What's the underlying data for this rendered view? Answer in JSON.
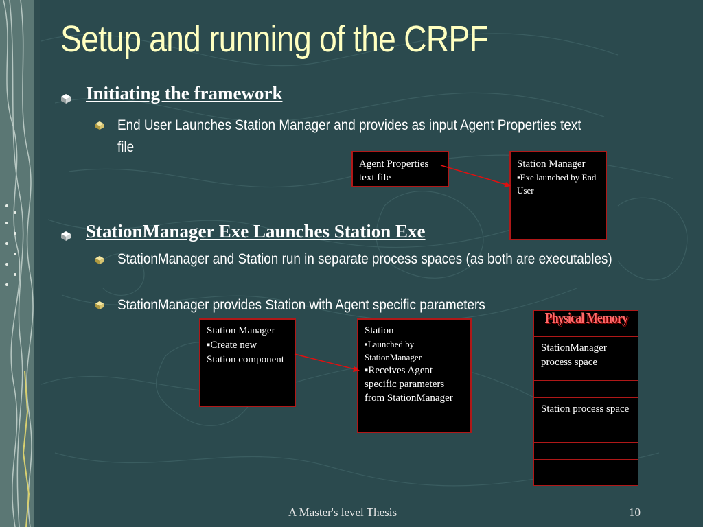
{
  "slide": {
    "title": "Setup and running of the CRPF",
    "sections": [
      {
        "heading": "Initiating the framework",
        "items": [
          "End User Launches Station Manager and provides as input Agent Properties text file"
        ]
      },
      {
        "heading": "StationManager Exe Launches Station Exe",
        "items": [
          "StationManager and Station run in separate process spaces (as both are executables)",
          "StationManager provides Station with Agent specific parameters"
        ]
      }
    ],
    "diagram1": {
      "agent_props": "Agent Properties text file",
      "station_manager_title": "Station Manager",
      "station_manager_bullets": [
        "Exe launched by End User"
      ]
    },
    "diagram2": {
      "sm_title": "Station Manager",
      "sm_bullets": [
        "Create new Station component"
      ],
      "station_title": "Station",
      "station_bullets": [
        "Launched by StationManager",
        "Receives Agent specific parameters from StationManager"
      ]
    },
    "memory": {
      "title": "Physical Memory",
      "sm_space": "StationManager process space",
      "station_space": "Station process space"
    },
    "footer": {
      "center": "A Master's level Thesis",
      "page": "10"
    }
  },
  "colors": {
    "background": "#2b4a4e",
    "title": "#ffffc0",
    "box_border": "#b01818",
    "arrow": "#e01010"
  }
}
